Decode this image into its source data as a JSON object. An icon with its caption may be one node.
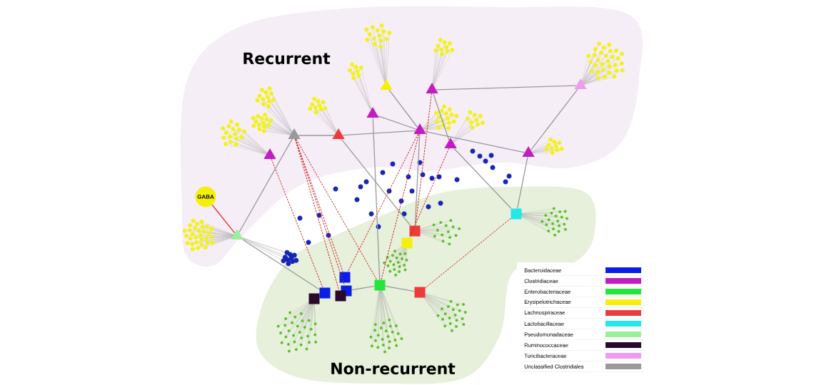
{
  "diagram": {
    "nodes": [
      {
        "text": [
          "Recurrent"
        ]
      },
      {
        "text": [
          "Non-recurrent"
        ]
      },
      {
        "text": [
          "GABA"
        ],
        "in": 0
      },
      {
        "text": [],
        "shape": "triangle",
        "in": 0
      },
      {
        "text": [],
        "shape": "triangle",
        "in": 0
      },
      {
        "text": [],
        "shape": "triangle",
        "in": 0
      },
      {
        "text": [],
        "shape": "triangle",
        "in": 0
      },
      {
        "text": [],
        "shape": "triangle",
        "in": 0
      },
      {
        "text": [],
        "shape": "triangle",
        "in": 0
      },
      {
        "text": [],
        "shape": "triangle",
        "in": 0
      },
      {
        "text": [],
        "shape": "triangle",
        "in": 0
      },
      {
        "text": [],
        "shape": "triangle",
        "in": 0
      },
      {
        "text": [],
        "shape": "triangle",
        "in": 0
      },
      {
        "text": [],
        "shape": "triangle",
        "in": 0
      },
      {
        "text": [],
        "shape": "box",
        "in": 1
      },
      {
        "text": [],
        "shape": "box",
        "in": 1
      },
      {
        "text": [],
        "shape": "box",
        "in": 1
      },
      {
        "text": [],
        "shape": "box",
        "in": 1
      },
      {
        "text": [],
        "shape": "box",
        "in": 1
      },
      {
        "text": [],
        "shape": "box",
        "in": 1
      },
      {
        "text": [],
        "shape": "box",
        "in": 1
      },
      {
        "text": [],
        "shape": "box",
        "in": 1
      },
      {
        "text": [],
        "shape": "box",
        "in": 1
      },
      {
        "text": [],
        "shape": "box",
        "in": 1
      }
    ],
    "edges": [
      {
        "from": 2,
        "to": 13,
        "arrow": "none",
        "color": "#e53030"
      },
      {
        "from": 4,
        "to": 19,
        "arrow": "none",
        "style": "dashed",
        "color": "#cc2222"
      },
      {
        "from": 4,
        "to": 21,
        "arrow": "none",
        "style": "dashed",
        "color": "#cc2222"
      },
      {
        "from": 4,
        "to": 17,
        "arrow": "none",
        "style": "dashed",
        "color": "#cc2222"
      },
      {
        "from": 4,
        "to": 23,
        "arrow": "none",
        "style": "dashed",
        "color": "#cc2222"
      },
      {
        "from": 3,
        "to": 20,
        "arrow": "none",
        "style": "dashed",
        "color": "#cc2222"
      },
      {
        "from": 9,
        "to": 17,
        "arrow": "none",
        "style": "dashed",
        "color": "#cc2222"
      },
      {
        "from": 9,
        "to": 19,
        "arrow": "none",
        "style": "dashed",
        "color": "#cc2222"
      },
      {
        "from": 10,
        "to": 16,
        "arrow": "none",
        "style": "dashed",
        "color": "#cc2222"
      },
      {
        "from": 8,
        "to": 15,
        "arrow": "none",
        "style": "dashed",
        "color": "#cc2222"
      },
      {
        "from": 14,
        "to": 18,
        "arrow": "none",
        "style": "dashed",
        "color": "#cc2222"
      },
      {
        "from": 4,
        "to": 5,
        "arrow": "none",
        "color": "#999999"
      },
      {
        "from": 5,
        "to": 9,
        "arrow": "none",
        "color": "#999999"
      },
      {
        "from": 6,
        "to": 9,
        "arrow": "none",
        "color": "#999999"
      },
      {
        "from": 9,
        "to": 11,
        "arrow": "none",
        "color": "#999999"
      },
      {
        "from": 11,
        "to": 12,
        "arrow": "none",
        "color": "#999999"
      },
      {
        "from": 7,
        "to": 9,
        "arrow": "none",
        "color": "#999999"
      },
      {
        "from": 12,
        "to": 8,
        "arrow": "none",
        "color": "#999999"
      },
      {
        "from": 13,
        "to": 4,
        "arrow": "none",
        "color": "#999999"
      },
      {
        "from": 9,
        "to": 15,
        "arrow": "none",
        "color": "#999999"
      },
      {
        "from": 10,
        "to": 14,
        "arrow": "none",
        "color": "#999999"
      },
      {
        "from": 17,
        "to": 18,
        "arrow": "none",
        "color": "#999999"
      },
      {
        "from": 17,
        "to": 21,
        "arrow": "none",
        "color": "#999999"
      },
      {
        "from": 11,
        "to": 14,
        "arrow": "none",
        "color": "#999999"
      },
      {
        "from": 5,
        "to": 15,
        "arrow": "none",
        "color": "#999999"
      },
      {
        "from": 6,
        "to": 17,
        "arrow": "none",
        "color": "#999999"
      },
      {
        "from": 13,
        "to": 20,
        "arrow": "none",
        "color": "#999999"
      },
      {
        "from": 8,
        "to": 10,
        "arrow": "none",
        "color": "#999999"
      }
    ],
    "legend": [
      {
        "text": "Bacteroidaceae",
        "color": "#0a1ee6"
      },
      {
        "text": "Clostridiaceae",
        "color": "#c21bc2"
      },
      {
        "text": "Enterobacteriaceae",
        "color": "#22e63a"
      },
      {
        "text": "Erysipelotrichaceae",
        "color": "#f4f00a"
      },
      {
        "text": "Lachnospiraceae",
        "color": "#ee3a3a"
      },
      {
        "text": "Lactobacillaceae",
        "color": "#22e8e8"
      },
      {
        "text": "Pseudomonadaceae",
        "color": "#98f098"
      },
      {
        "text": "Ruminococcaceae",
        "color": "#2a0a2a"
      },
      {
        "text": "Turicibacteraceae",
        "color": "#f09af0"
      },
      {
        "text": "Unclassified Clostridiales",
        "color": "#9a9a9a"
      }
    ]
  }
}
